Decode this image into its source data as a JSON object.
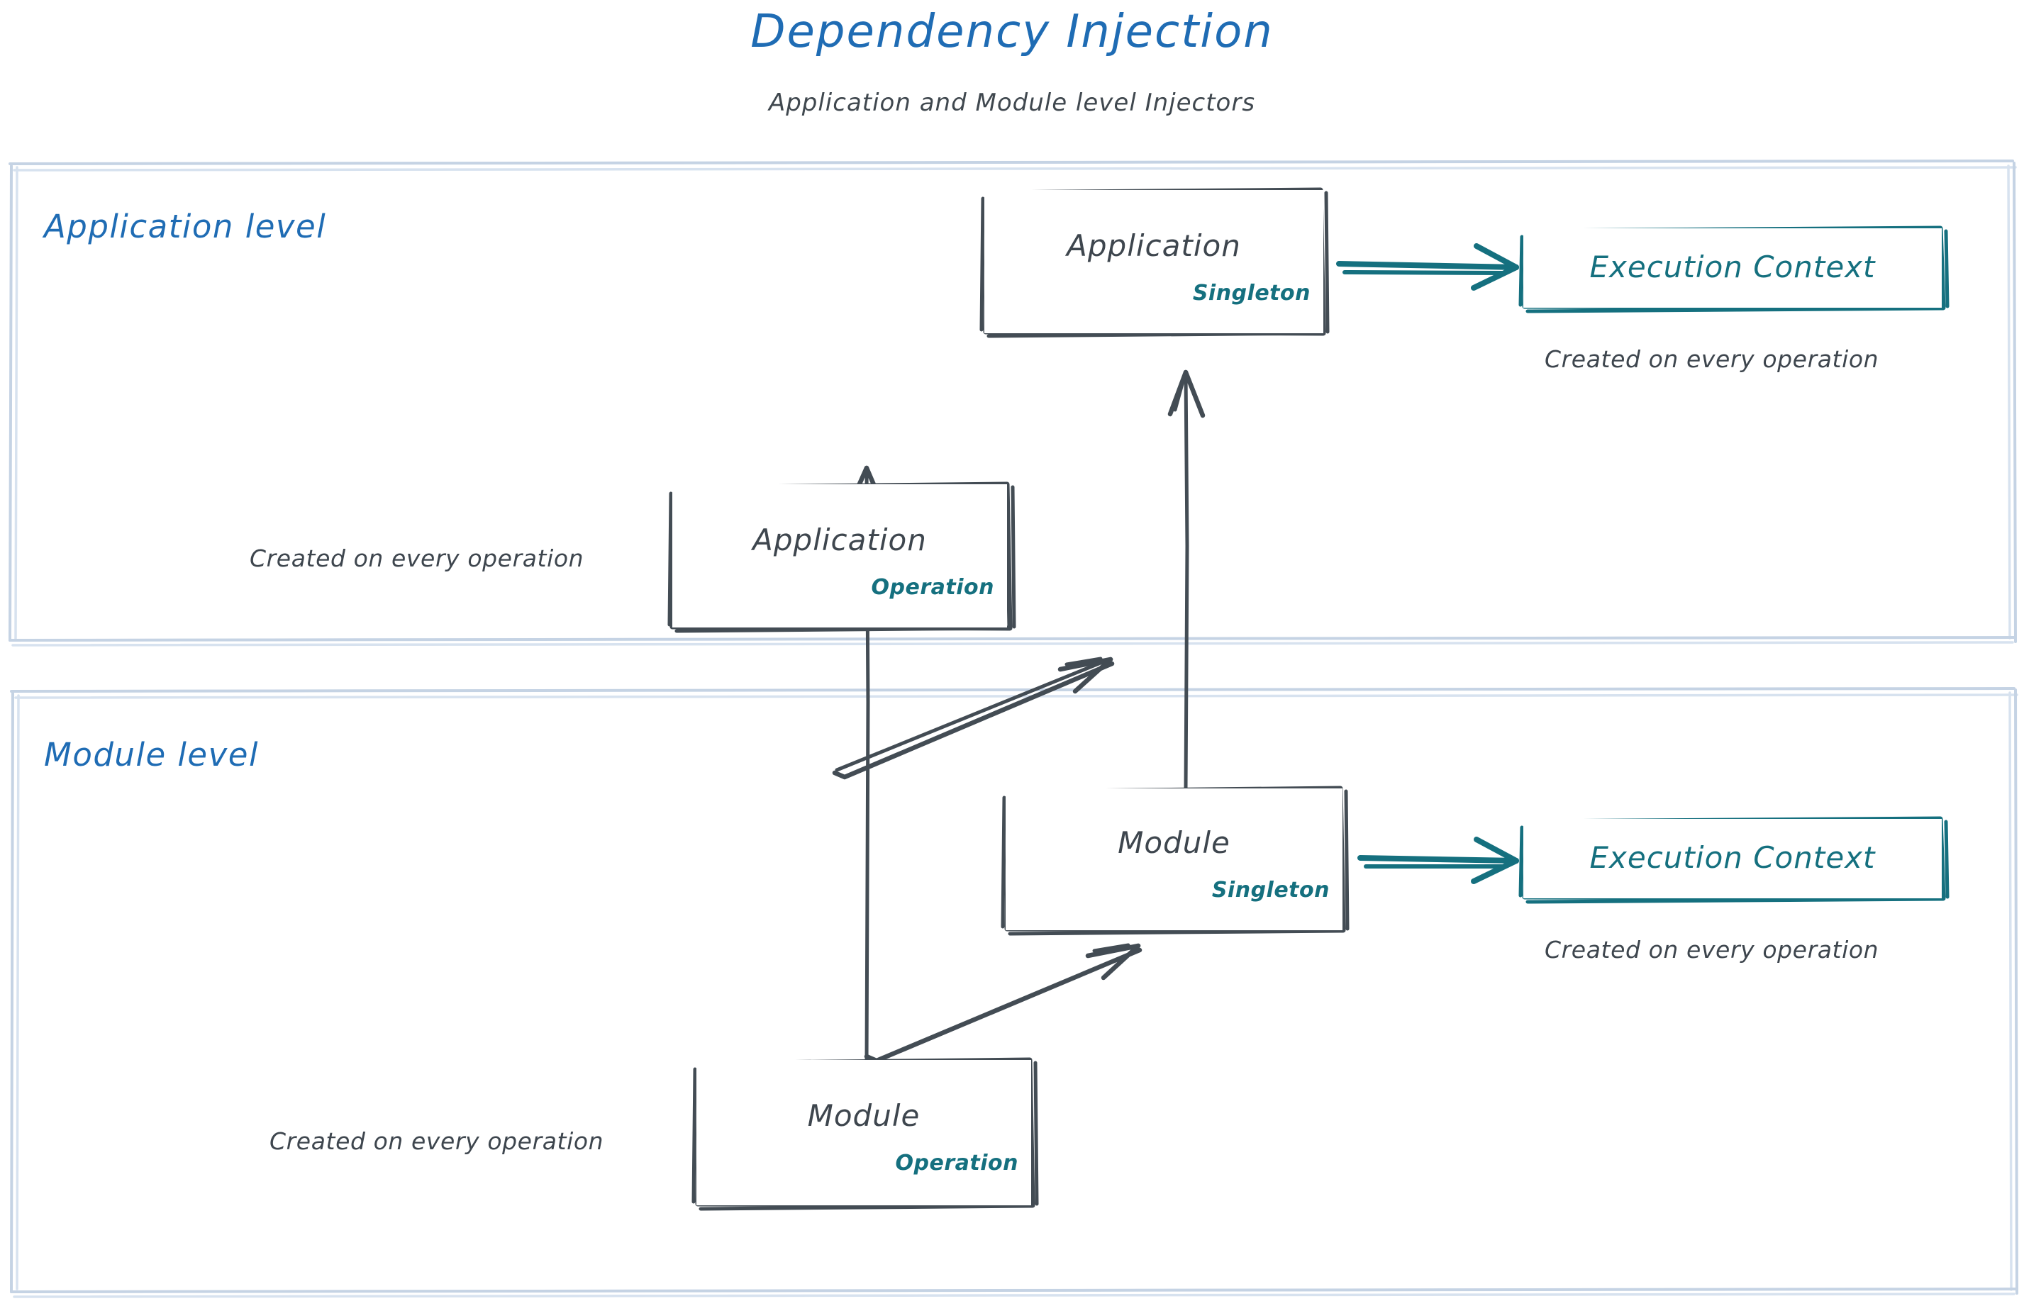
{
  "header": {
    "title": "Dependency Injection",
    "subtitle": "Application and Module level Injectors"
  },
  "colors": {
    "title_blue": "#1f6cb4",
    "lane_label_blue": "#1f6cb4",
    "lane_border": "#c5d3e4",
    "node_stroke": "#434c54",
    "node_text": "#3e464e",
    "scope_teal": "#15707f",
    "context_teal": "#15707f",
    "background": "#ffffff"
  },
  "lanes": [
    {
      "id": "application-level",
      "label": "Application level"
    },
    {
      "id": "module-level",
      "label": "Module level"
    }
  ],
  "nodes": {
    "app_singleton": {
      "title": "Application",
      "scope": "Singleton"
    },
    "app_operation": {
      "title": "Application",
      "scope": "Operation"
    },
    "mod_singleton": {
      "title": "Module",
      "scope": "Singleton"
    },
    "mod_operation": {
      "title": "Module",
      "scope": "Operation"
    },
    "ctx_app": {
      "title": "Execution Context"
    },
    "ctx_mod": {
      "title": "Execution Context"
    }
  },
  "captions": {
    "app_operation": "Created on every operation",
    "mod_operation": "Created on every operation",
    "ctx_app": "Created on every operation",
    "ctx_mod": "Created on every operation"
  },
  "edges": [
    {
      "id": "app-singleton-to-ctx-app",
      "from": "app_singleton",
      "to": "ctx_app",
      "style": "teal-arrow"
    },
    {
      "id": "mod-singleton-to-ctx-mod",
      "from": "mod_singleton",
      "to": "ctx_mod",
      "style": "teal-arrow"
    },
    {
      "id": "app-operation-to-app-singleton",
      "from": "app_operation",
      "to": "app_singleton",
      "style": "gray-diagonal-arrow"
    },
    {
      "id": "mod-singleton-to-app-singleton",
      "from": "mod_singleton",
      "to": "app_singleton",
      "style": "gray-vertical-arrow"
    },
    {
      "id": "mod-operation-to-mod-singleton",
      "from": "mod_operation",
      "to": "mod_singleton",
      "style": "gray-diagonal-arrow"
    },
    {
      "id": "mod-operation-to-app-operation",
      "from": "mod_operation",
      "to": "app_operation",
      "style": "gray-vertical-arrow"
    }
  ]
}
